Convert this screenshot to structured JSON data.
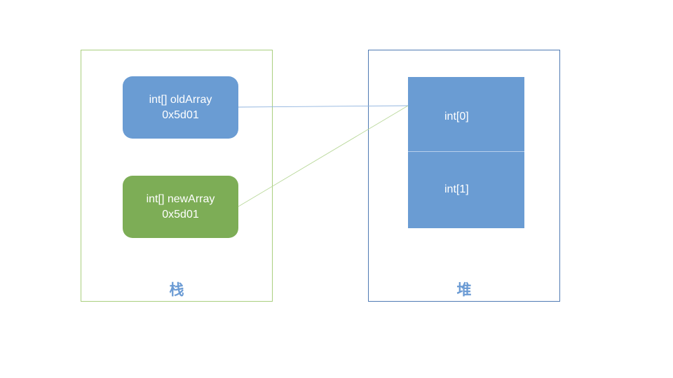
{
  "stack": {
    "label": "栈",
    "vars": [
      {
        "line1": "int[] oldArray",
        "line2": "0x5d01",
        "color": "#6a9cd3"
      },
      {
        "line1": "int[] newArray",
        "line2": "0x5d01",
        "color": "#7dad56"
      }
    ]
  },
  "heap": {
    "label": "堆",
    "cells": [
      "int[0]",
      "int[1]"
    ]
  },
  "colors": {
    "stack_border": "#a9cf7e",
    "heap_border": "#4f7ab3",
    "label_text": "#6b9bd4"
  }
}
